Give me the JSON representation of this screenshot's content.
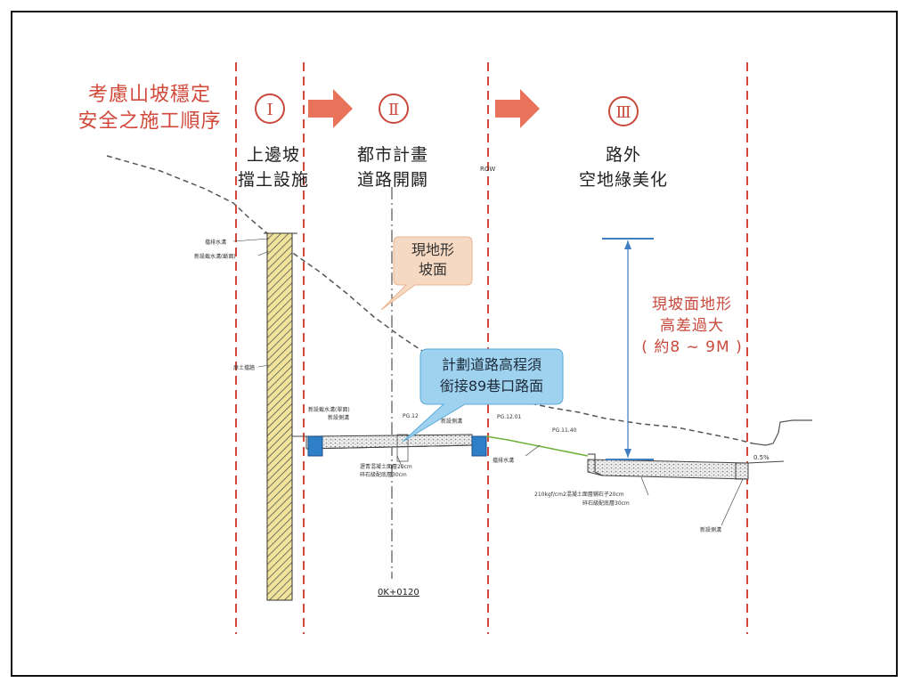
{
  "heading": {
    "line1": "考慮山坡穩定",
    "line2": "安全之施工順序"
  },
  "phases": [
    {
      "num": "Ⅰ",
      "line1": "上邊坡",
      "line2": "擋土設施"
    },
    {
      "num": "Ⅱ",
      "line1": "都市計畫",
      "line2": "道路開闢"
    },
    {
      "num": "Ⅲ",
      "line1": "路外",
      "line2": "空地綠美化"
    }
  ],
  "callouts": {
    "terrain": {
      "line1": "現地形",
      "line2": "坡面"
    },
    "road": {
      "line1": "計劃道路高程須",
      "line2": "銜接89巷口路面"
    }
  },
  "height_diff": {
    "line1": "現坡面地形",
    "line2": "高差過大",
    "line3": "( 約8 ~ 9M )"
  },
  "section_label": "0K+0120",
  "row_label": "ROW",
  "notes": {
    "n1": "擋排水溝",
    "n2": "新設截水溝(斷面)",
    "n3": "原土擋牆",
    "n4": "新設截水溝(單面)",
    "n5": "新設側溝",
    "n6": "PG.12",
    "n7": "新設側溝",
    "n8": "PG.12.01",
    "n9": "PG.11.40",
    "n10": "瀝青混凝土面層20cm",
    "n11": "碎石級配底層30cm",
    "n12": "擋排水溝",
    "n13": "210kgf/cm2混凝土面層鋪石子20cm",
    "n14": "碎石級配底層30cm",
    "n15": "新設側溝",
    "n16": "0.5%"
  },
  "colors": {
    "red_dash": "#d2483a",
    "arrow": "#e8735a",
    "wall_fill": "#f0e49a",
    "callout_terrain": "#f6d9c3",
    "callout_road": "#9fd2ef",
    "blue_line": "#3d7fc0",
    "ditch": "#2f7ec8"
  }
}
